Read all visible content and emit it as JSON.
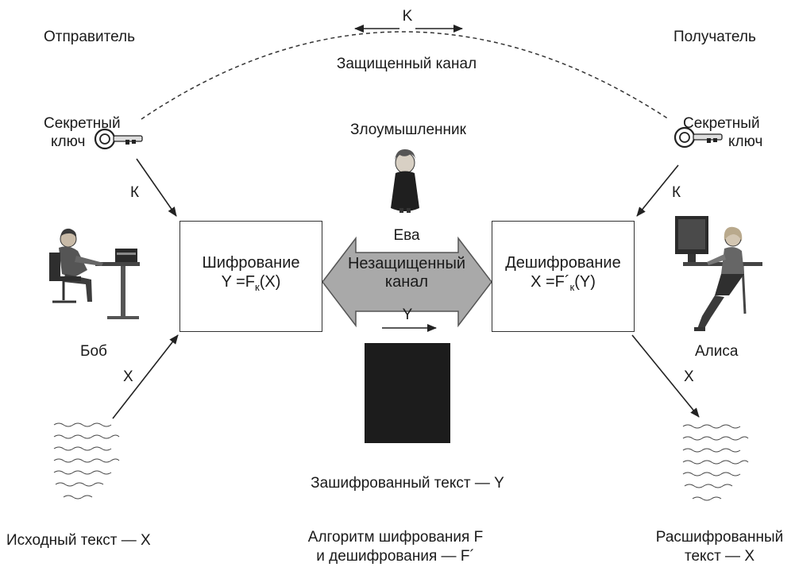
{
  "top": {
    "sender": "Отправитель",
    "receiver": "Получатель",
    "key_symbol": "K",
    "secure_channel": "Защищенный канал"
  },
  "left": {
    "secret_key_line1": "Секретный",
    "secret_key_line2": "ключ",
    "key_arrow_label": "К",
    "person_name": "Боб",
    "plaintext_arrow_label": "X",
    "plaintext_caption": "Исходный текст — X"
  },
  "right": {
    "secret_key_line1": "Секретный",
    "secret_key_line2": "ключ",
    "key_arrow_label": "К",
    "person_name": "Алиса",
    "plaintext_arrow_label": "X",
    "decrypted_caption_line1": "Расшифрованный",
    "decrypted_caption_line2": "текст — X"
  },
  "center": {
    "attacker_title": "Злоумышленник",
    "attacker_name": "Ева",
    "insecure_line1": "Незащищенный",
    "insecure_line2": "канал",
    "ciphertext_arrow_label": "Y",
    "ciphertext_caption": "Зашифрованный текст — Y",
    "algorithm_line1": "Алгоритм шифрования F",
    "algorithm_line2": "и дешифрования — F´"
  },
  "encrypt_box": {
    "title": "Шифрование",
    "formula_lhs": "Y =F",
    "formula_sub": "к",
    "formula_rhs": "(X)"
  },
  "decrypt_box": {
    "title": "Дешифрование",
    "formula_lhs": "X =F´",
    "formula_sub": "к",
    "formula_rhs": "(Y)"
  }
}
